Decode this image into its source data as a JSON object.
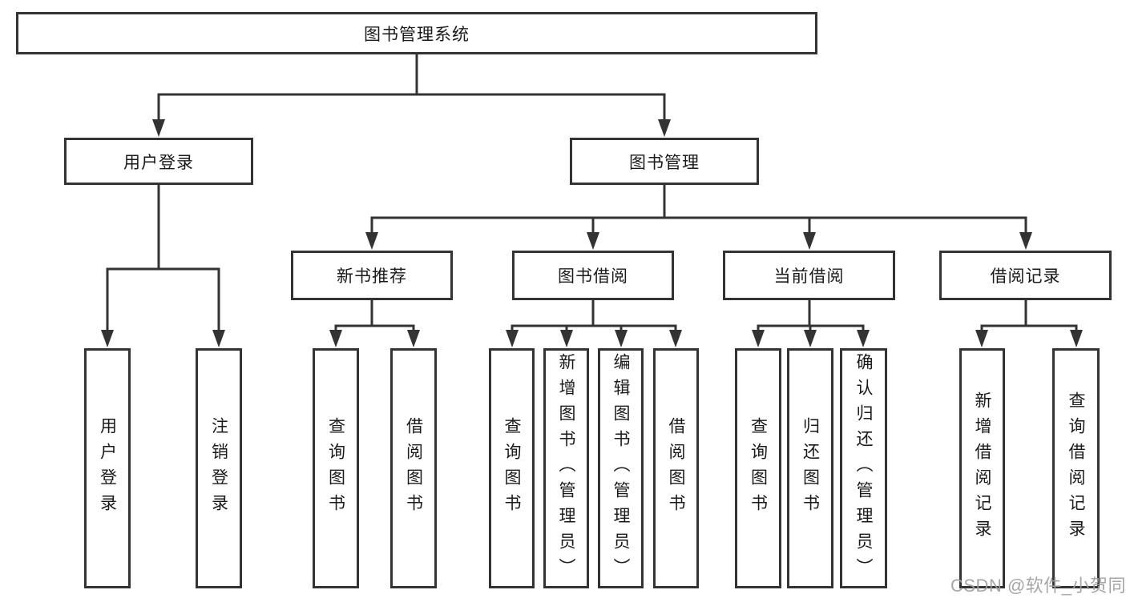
{
  "diagram": {
    "title": "图书管理系统",
    "watermark": "CSDN @软件_小贺同学",
    "colors": {
      "line": "#333333",
      "box_border": "#333333",
      "text": "#1a1a1a",
      "watermark": "#9e9e9e",
      "background": "#ffffff"
    },
    "nodes": {
      "root": {
        "label": "图书管理系统"
      },
      "login_group": {
        "label": "用户登录"
      },
      "book_mgmt": {
        "label": "图书管理"
      },
      "new_rec": {
        "label": "新书推荐"
      },
      "borrow": {
        "label": "图书借阅"
      },
      "current": {
        "label": "当前借阅"
      },
      "records": {
        "label": "借阅记录"
      },
      "user_login": {
        "label": "用户登录"
      },
      "logout": {
        "label": "注销登录"
      },
      "nb_query": {
        "label": "查询图书"
      },
      "nb_borrow": {
        "label": "借阅图书"
      },
      "bb_query": {
        "label": "查询图书"
      },
      "bb_add": {
        "label": "新增图书（管理员）"
      },
      "bb_edit": {
        "label": "编辑图书（管理员）"
      },
      "bb_borrow": {
        "label": "借阅图书"
      },
      "cb_query": {
        "label": "查询图书"
      },
      "cb_return": {
        "label": "归还图书"
      },
      "cb_confirm": {
        "label": "确认归还（管理员）"
      },
      "br_add": {
        "label": "新增借阅记录"
      },
      "br_query": {
        "label": "查询借阅记录"
      }
    },
    "edges": [
      [
        "root",
        "login_group"
      ],
      [
        "root",
        "book_mgmt"
      ],
      [
        "login_group",
        "user_login"
      ],
      [
        "login_group",
        "logout"
      ],
      [
        "book_mgmt",
        "new_rec"
      ],
      [
        "book_mgmt",
        "borrow"
      ],
      [
        "book_mgmt",
        "current"
      ],
      [
        "book_mgmt",
        "records"
      ],
      [
        "new_rec",
        "nb_query"
      ],
      [
        "new_rec",
        "nb_borrow"
      ],
      [
        "borrow",
        "bb_query"
      ],
      [
        "borrow",
        "bb_add"
      ],
      [
        "borrow",
        "bb_edit"
      ],
      [
        "borrow",
        "bb_borrow"
      ],
      [
        "current",
        "cb_query"
      ],
      [
        "current",
        "cb_return"
      ],
      [
        "current",
        "cb_confirm"
      ],
      [
        "records",
        "br_add"
      ],
      [
        "records",
        "br_query"
      ]
    ]
  }
}
